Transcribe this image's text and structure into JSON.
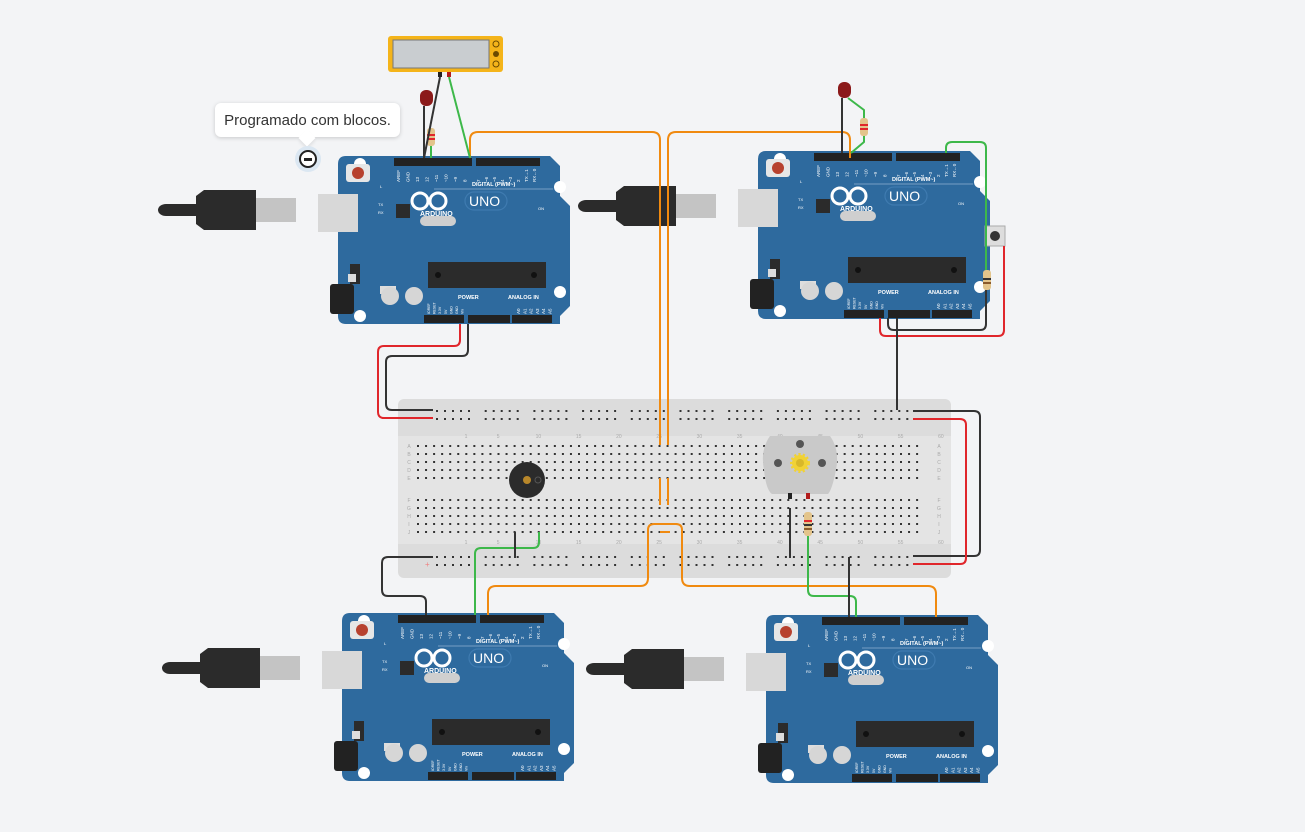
{
  "tooltip": {
    "text": "Programado com blocos."
  },
  "colors": {
    "background": "#f3f4f6",
    "board": "#2e6a9e",
    "board_dark": "#245a88",
    "breadboard": "#dcdcdc",
    "wire_orange": "#f08a10",
    "wire_green": "#3db84a",
    "wire_black": "#333333",
    "wire_red": "#e0262b",
    "lcd_frame": "#f4b41a",
    "led": "#8b1a1a"
  },
  "arduino": {
    "brand": "ARDUINO",
    "model": "UNO",
    "digital_label": "DIGITAL (PWM~)",
    "power_label": "POWER",
    "analog_label": "ANALOG IN",
    "on_label": "ON",
    "led_labels": [
      "L",
      "TX",
      "RX"
    ],
    "digital_pins": [
      "AREF",
      "GND",
      "13",
      "12",
      "~11",
      "~10",
      "~9",
      "8",
      "7",
      "~6",
      "~5",
      "4",
      "~3",
      "2",
      "TX→1",
      "RX←0"
    ],
    "power_pins": [
      "IOREF",
      "RESET",
      "3.3V",
      "5V",
      "GND",
      "GND",
      "Vin"
    ],
    "analog_pins": [
      "A0",
      "A1",
      "A2",
      "A3",
      "A4",
      "A5"
    ]
  },
  "boards": [
    {
      "id": "board-top-left"
    },
    {
      "id": "board-top-right"
    },
    {
      "id": "board-bottom-left"
    },
    {
      "id": "board-bottom-right"
    }
  ],
  "breadboard": {
    "row_letters_top": [
      "A",
      "B",
      "C",
      "D",
      "E"
    ],
    "row_letters_bottom": [
      "F",
      "G",
      "H",
      "I",
      "J"
    ],
    "column_numbers": [
      "1",
      "5",
      "10",
      "15",
      "20",
      "25",
      "30",
      "35",
      "40",
      "45",
      "50",
      "55",
      "60"
    ],
    "rail_plus": "+"
  },
  "components": {
    "lcd": {
      "name": "LCD display"
    },
    "buzzer": {
      "name": "Piezo buzzer"
    },
    "motor": {
      "name": "DC motor"
    },
    "pushbutton": {
      "name": "Pushbutton"
    },
    "leds": [
      "LED top-left",
      "LED top-right"
    ],
    "resistors": [
      "Resistor LED left",
      "Resistor LED right",
      "Resistor pushbutton",
      "Resistor motor"
    ]
  }
}
